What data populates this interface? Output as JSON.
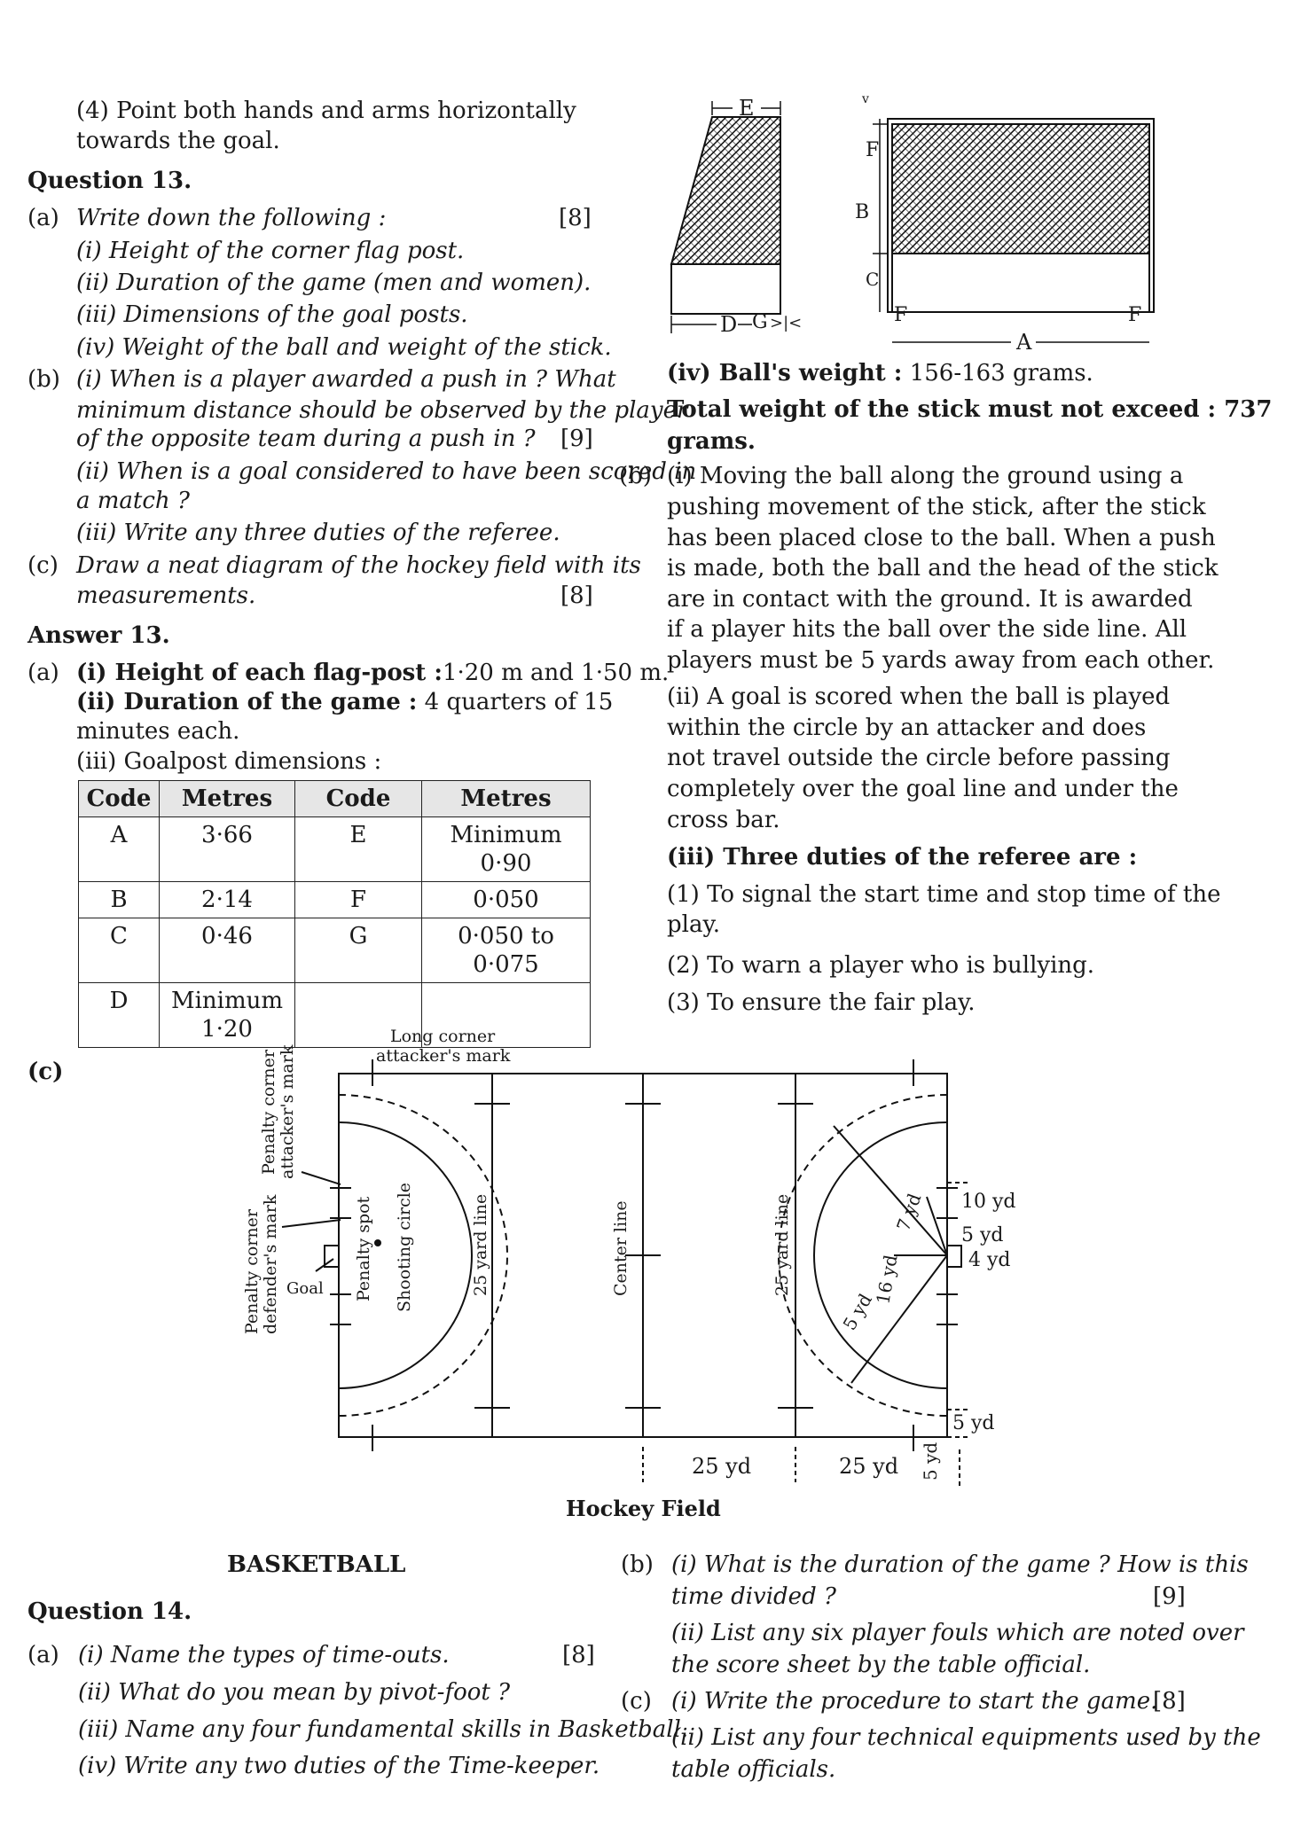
{
  "left": {
    "q12_point4": [
      "(4) Point both hands and arms horizontally",
      "towards the goal."
    ],
    "q13_title": "Question 13.",
    "q13a_label": "(a)",
    "q13a_text": "Write down the following :",
    "q13a_marks": "[8]",
    "q13a_items": [
      "(i)  Height of the corner flag post.",
      "(ii)  Duration of the game (men and women).",
      "(iii) Dimensions of the goal posts.",
      "(iv)  Weight of the ball and weight of the stick."
    ],
    "q13b_label": "(b)",
    "q13b_i": [
      "(i)  When is a player awarded a push in ? What",
      "minimum distance should be observed by the player",
      "of the opposite team during a push in ?"
    ],
    "q13b_marks": "[9]",
    "q13b_ii": [
      "(ii)  When is a goal considered to have been scored in",
      "a match ?"
    ],
    "q13b_iii": "(iii) Write any three duties of the referee.",
    "q13c_label": "(c)",
    "q13c_text": [
      "Draw a neat diagram of the hockey field with its",
      "measurements."
    ],
    "q13c_marks": "[8]",
    "a13_title": "Answer 13.",
    "a13a_label": "(a)",
    "a13a_i_bold": "(i)  Height of each flag-post :",
    "a13a_i_val": "1·20 m and 1·50 m.",
    "a13a_ii_bold": "(ii) Duration of the game :",
    "a13a_ii_val": "4 quarters of 15",
    "a13a_ii_cont": "minutes each.",
    "a13a_iii": "(iii) Goalpost dimensions :",
    "table_headers": [
      "Code",
      "Metres",
      "Code",
      "Metres"
    ],
    "table_rows": [
      [
        "A",
        "3·66",
        "E",
        "Minimum\n0·90"
      ],
      [
        "B",
        "2·14",
        "F",
        "0·050"
      ],
      [
        "C",
        "0·46",
        "G",
        "0·050 to 0·075"
      ],
      [
        "D",
        "Minimum\n1·20",
        "",
        ""
      ]
    ]
  },
  "goal_diagram": {
    "side_labels": [
      "E",
      "D",
      "G"
    ],
    "front_labels": [
      "F",
      "B",
      "C",
      "F",
      "F",
      "A"
    ]
  },
  "right": {
    "ball_weight_bold": "(iv) Ball's weight :",
    "ball_weight_val": "156-163 grams.",
    "stick_weight": [
      "Total weight of the stick must not exceed : 737",
      "grams."
    ],
    "a13b_label": "(b)",
    "a13b_i": [
      "(i)  Moving the ball along the ground using a",
      "pushing movement of the stick, after the stick",
      "has been placed close to the ball. When a push",
      "is made, both the ball and the head of the stick",
      "are in contact with the ground. It is awarded",
      "if a player hits the ball over the side line. All",
      "players must be 5 yards away from each other."
    ],
    "a13b_ii": [
      "(ii)  A goal is scored when the ball is played",
      "within the circle by an attacker and does",
      "not travel outside the circle before passing",
      "completely over the goal line and under the",
      "cross bar."
    ],
    "a13b_iii_title": "(iii) Three duties of the referee are :",
    "duties": [
      "(1)  To signal the start time and stop time of the",
      "play.",
      "(2)  To warn a player who is bullying.",
      "(3)  To ensure the fair play."
    ]
  },
  "field": {
    "c_label": "(c)",
    "long_corner": [
      "Long corner",
      "attacker's mark"
    ],
    "penalty_attacker": [
      "Penalty corner",
      "attacker's mark"
    ],
    "penalty_defender": [
      "Penalty corner",
      "defender's mark"
    ],
    "goal": "Goal",
    "penalty_spot": "Penalty spot",
    "shooting_circle": "Shooting circle",
    "yard25_left": "25 yard line",
    "center_line": "Center line",
    "yard25_right": "25 yard line",
    "dim_10yd": "10 yd",
    "dim_5yd_a": "5 yd",
    "dim_4yd": "4 yd",
    "dim_7yd": "7 yd",
    "dim_16yd": "16 yd",
    "dim_5yd_b": "5 yd",
    "dim_5yd_c": "5 yd",
    "dim_25yd_a": "25 yd",
    "dim_25yd_b": "25 yd",
    "dim_5yd_d": "5 yd",
    "caption": "Hockey Field"
  },
  "basketball": {
    "heading": "BASKETBALL",
    "q14_title": "Question 14.",
    "q14a_label": "(a)",
    "q14a_i": "(i)  Name the types of time-outs.",
    "q14a_marks": "[8]",
    "q14a_ii": "(ii)  What do you mean by pivot-foot ?",
    "q14a_iii": "(iii) Name any four fundamental skills in Basketball.",
    "q14a_iv": "(iv) Write any two duties of the Time-keeper.",
    "q14b_label": "(b)",
    "q14b_i": [
      "(i)  What is the duration of the game ? How is this",
      "time divided ?"
    ],
    "q14b_marks": "[9]",
    "q14b_ii": [
      "(ii)  List any six player fouls which are noted over",
      "the score sheet by the table official."
    ],
    "q14c_label": "(c)",
    "q14c_i": "(i)  Write the procedure to start the game.",
    "q14c_marks": "[8]",
    "q14c_ii": [
      "(ii)  List any four technical equipments used by the",
      "table officials."
    ]
  }
}
